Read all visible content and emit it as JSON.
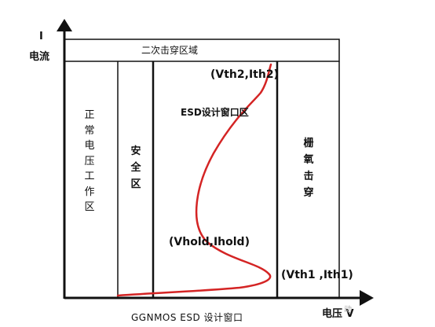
{
  "axes": {
    "y_letter": "I",
    "y_name": "电流",
    "x_name": "电压 V"
  },
  "title": "GGNMOS  ESD 设计窗口",
  "top_band_label": "二次击穿区域",
  "zones": {
    "normal": [
      "正",
      "常",
      "电",
      "压",
      "工",
      "作",
      "区"
    ],
    "safe": [
      "安",
      "全",
      "区"
    ],
    "esd_window": "ESD设计窗口区",
    "gate_oxide": [
      "栅",
      "氧",
      "击",
      "穿"
    ]
  },
  "points": {
    "second_breakdown": "(Vth2,Ith2)",
    "holding": "(Vhold,Ihold)",
    "trigger": "(Vth1 ,Ith1)"
  },
  "watermark": "动",
  "colors": {
    "curve": "#d42424",
    "lines": "#111111"
  }
}
